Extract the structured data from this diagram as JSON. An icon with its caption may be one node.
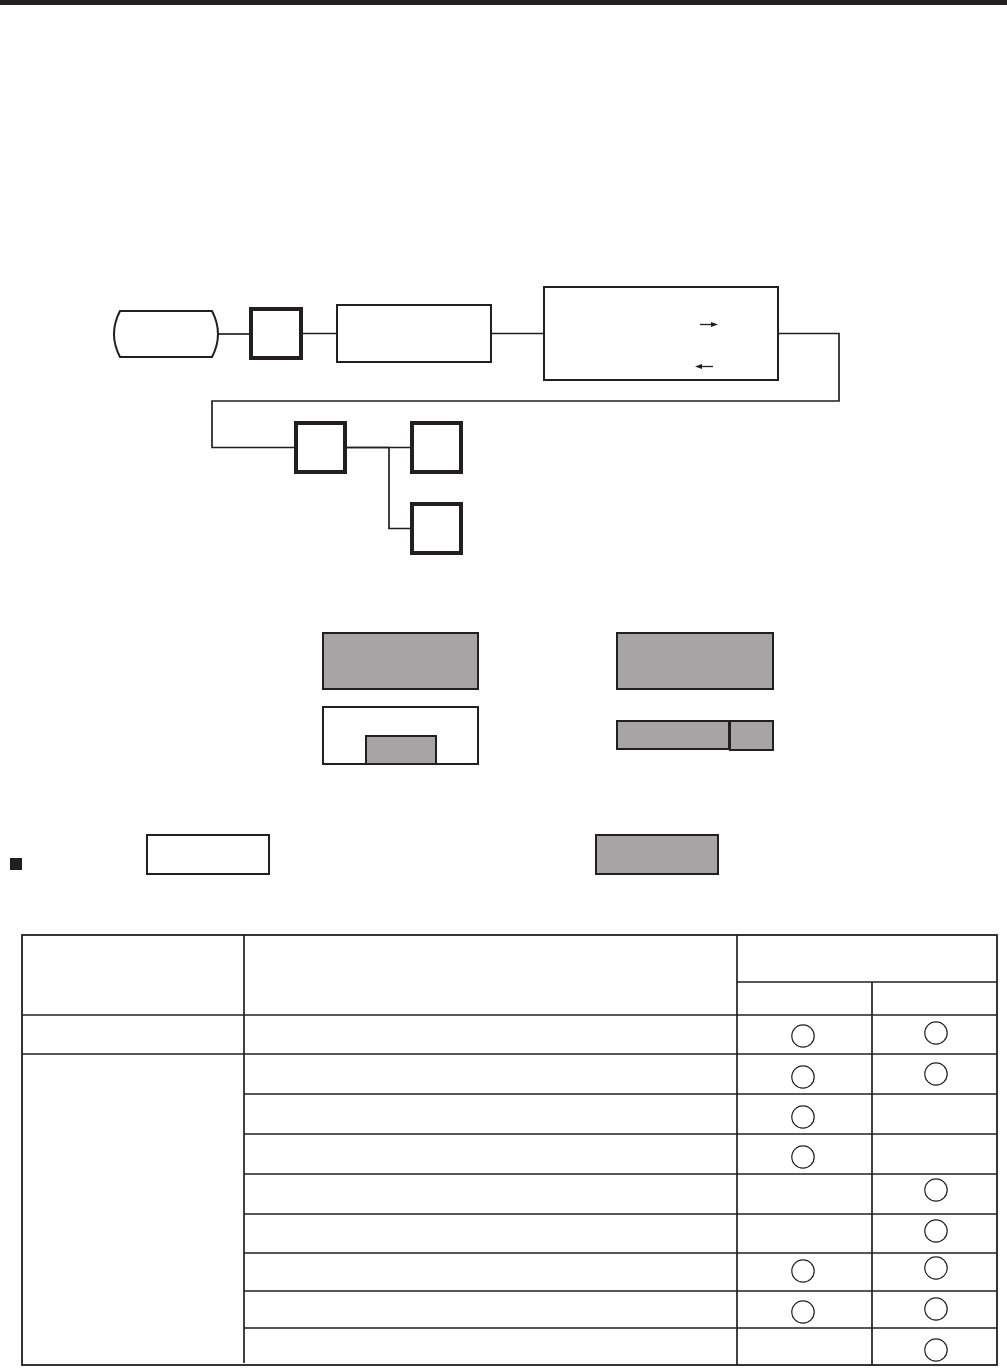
{
  "diagram": {
    "nodes": [
      {
        "text": [],
        "shape": "capsule"
      },
      {
        "text": [],
        "shape": "box"
      },
      {
        "text": [],
        "shape": "box"
      },
      {
        "text": [],
        "shape": "box"
      },
      {
        "text": [],
        "shape": "box"
      },
      {
        "text": [],
        "shape": "box"
      },
      {
        "text": [],
        "shape": "box"
      },
      {
        "text": [],
        "shape": "box"
      },
      {
        "text": [],
        "shape": "box"
      },
      {
        "text": [],
        "shape": "box"
      },
      {
        "text": [],
        "shape": "box",
        "in": 9
      },
      {
        "text": [],
        "shape": "box"
      },
      {
        "text": [],
        "shape": "box"
      },
      {
        "text": [],
        "shape": "box"
      },
      {
        "text": [],
        "shape": "box"
      }
    ],
    "edges": [
      {
        "from": 0,
        "to": 1,
        "arrow": "none"
      },
      {
        "from": 1,
        "to": 2,
        "arrow": "none"
      },
      {
        "from": 2,
        "to": 3,
        "arrow": "none"
      },
      {
        "from": 3,
        "to": 4,
        "arrow": "none"
      },
      {
        "from": 4,
        "to": 5,
        "arrow": "none"
      },
      {
        "from": 4,
        "to": 6,
        "arrow": "none"
      }
    ]
  }
}
